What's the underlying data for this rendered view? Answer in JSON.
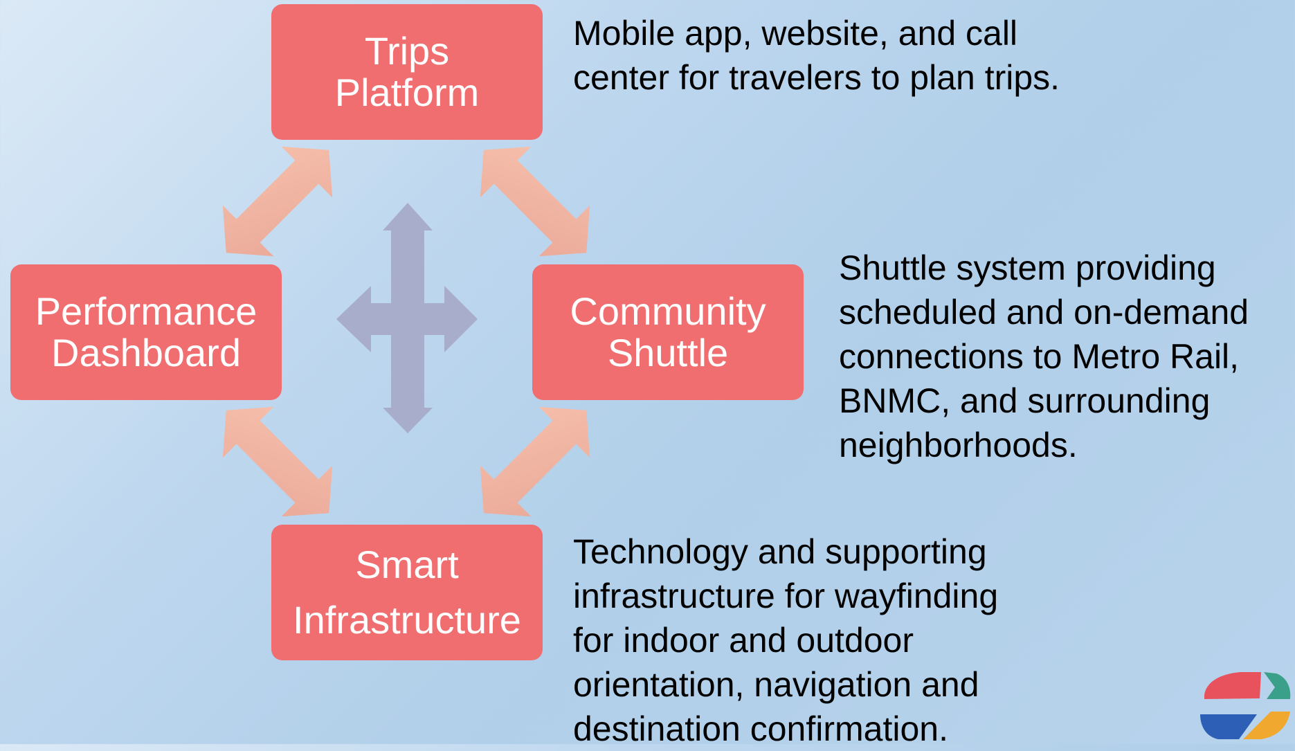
{
  "nodes": {
    "trips": {
      "line1": "Trips",
      "line2": "Platform"
    },
    "performance": {
      "line1": "Performance",
      "line2": "Dashboard"
    },
    "community": {
      "line1": "Community",
      "line2": "Shuttle"
    },
    "smart": {
      "line1": "Smart",
      "line2": "Infrastructure"
    }
  },
  "descriptions": {
    "trips": [
      "Mobile app, website, and call",
      "center for travelers to plan trips."
    ],
    "community": [
      "Shuttle system providing",
      "scheduled and on-demand",
      "connections to Metro Rail,",
      "BNMC, and surrounding",
      "neighborhoods."
    ],
    "smart": [
      "Technology and supporting",
      "infrastructure for wayfinding",
      "for indoor and outdoor",
      "orientation, navigation and",
      "destination confirmation."
    ]
  },
  "colors": {
    "node_fill": "#f06e70",
    "connector_arrow": "#f4b49e",
    "center_arrow": "#a8adcc",
    "logo": [
      "#e8525c",
      "#3aa08a",
      "#2c5fb5",
      "#f0a92e"
    ]
  },
  "icons": {
    "connectors": "double-headed-diagonal-arrow",
    "center": "four-way-arrow",
    "logo": "circular-segment-logo"
  }
}
